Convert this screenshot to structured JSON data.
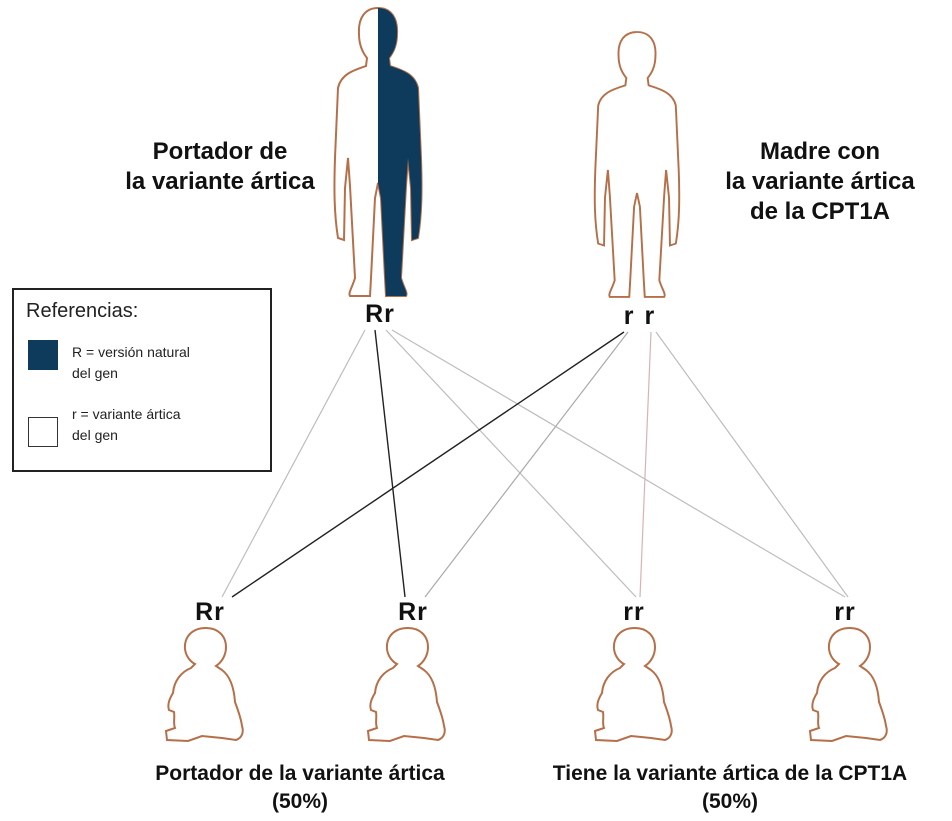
{
  "colors": {
    "natural_gene": "#0e3a5c",
    "arctic_variant_fill": "#ffffff",
    "figure_outline": "#b5704a",
    "line_dark": "#222222",
    "line_light": "#bdbdbd",
    "line_pink": "#d8b3b3"
  },
  "parents": {
    "father": {
      "label_line1": "Portador de",
      "label_line2": "la variante ártica",
      "genotype": "Rr"
    },
    "mother": {
      "label_line1": "Madre con",
      "label_line2": "la variante ártica",
      "label_line3": "de la CPT1A",
      "genotype": "r r"
    }
  },
  "legend": {
    "title": "Referencias:",
    "natural": {
      "line1": "R = versión natural",
      "line2": "del gen"
    },
    "variant": {
      "line1": "r = variante ártica",
      "line2": "del gen"
    }
  },
  "children": [
    {
      "genotype": "Rr",
      "carrier": true
    },
    {
      "genotype": "Rr",
      "carrier": true
    },
    {
      "genotype": "rr",
      "carrier": false
    },
    {
      "genotype": "rr",
      "carrier": false
    }
  ],
  "bottom_labels": {
    "carrier": {
      "line1": "Portador de la variante ártica",
      "line2": "(50%)"
    },
    "affected": {
      "line1": "Tiene la variante ártica de la CPT1A",
      "line2": "(50%)"
    }
  }
}
